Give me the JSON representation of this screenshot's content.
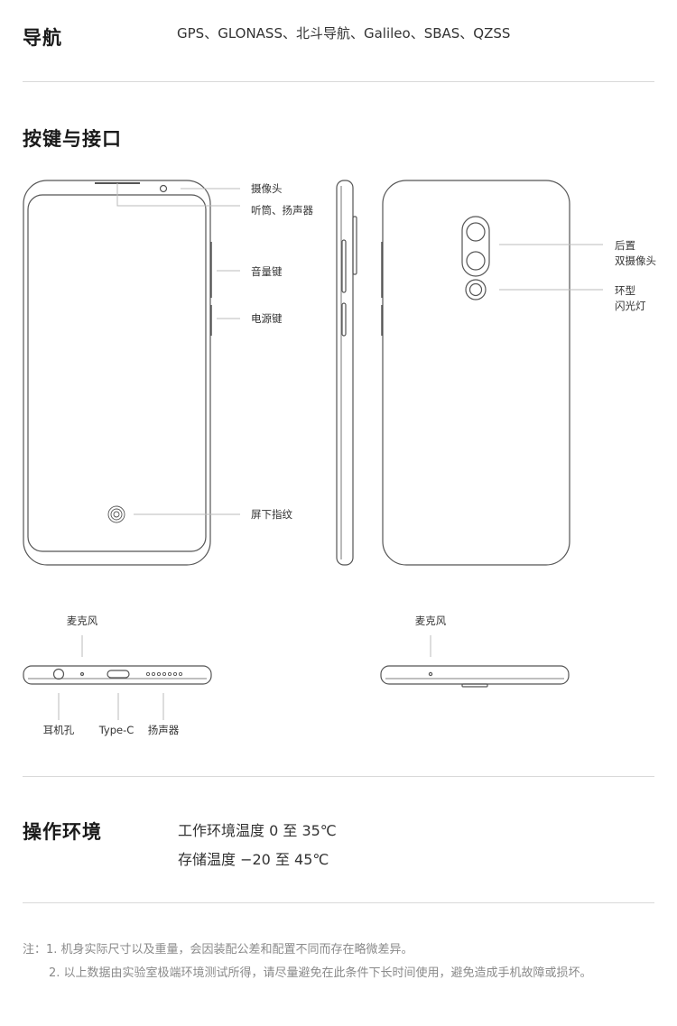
{
  "navigation": {
    "title": "导航",
    "value": "GPS、GLONASS、北斗导航、Galileo、SBAS、QZSS"
  },
  "buttons_ports": {
    "title": "按键与接口",
    "labels": {
      "camera": "摄像头",
      "earpiece": "听筒、扬声器",
      "volume": "音量键",
      "power": "电源键",
      "fingerprint": "屏下指纹",
      "rear_camera_line1": "后置",
      "rear_camera_line2": "双摄像头",
      "flash_line1": "环型",
      "flash_line2": "闪光灯",
      "mic_bottom": "麦克风",
      "headphone": "耳机孔",
      "typec": "Type-C",
      "speaker": "扬声器",
      "mic_top": "麦克风"
    }
  },
  "environment": {
    "title": "操作环境",
    "operating": "工作环境温度  0 至 35℃",
    "storage": "存储温度  −20 至 45℃"
  },
  "notes": {
    "line1": "注：1. 机身实际尺寸以及重量，会因装配公差和配置不同而存在略微差异。",
    "line2": "2. 以上数据由实验室极端环境测试所得，请尽量避免在此条件下长时间使用，避免造成手机故障或损坏。"
  },
  "colors": {
    "outline": "#555555",
    "leader": "#bbbbbb",
    "divider": "#d9d9d9"
  }
}
